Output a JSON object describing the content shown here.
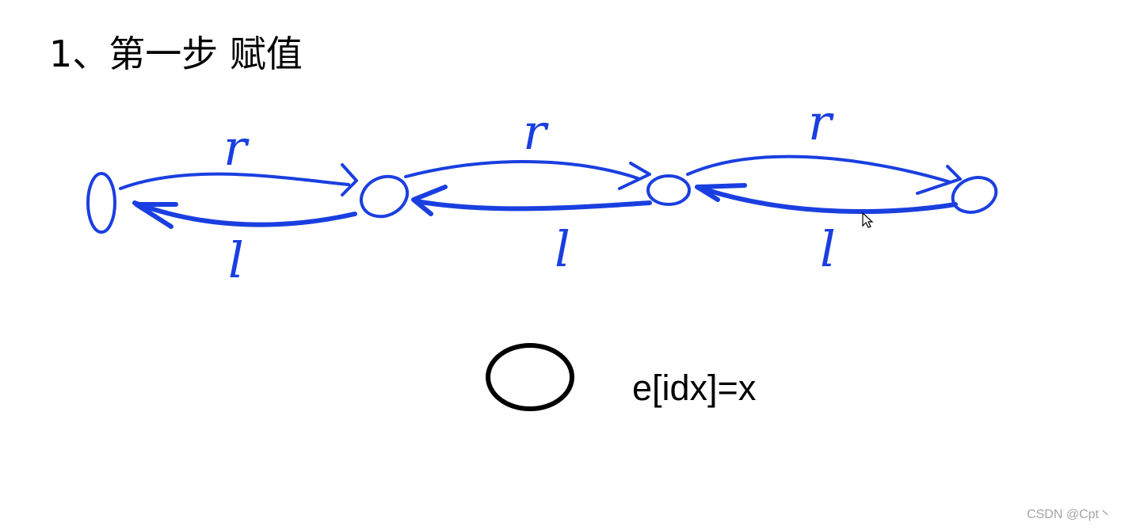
{
  "page": {
    "title": "1、第一步 赋值"
  },
  "diagram": {
    "stroke_color": "#1a3fe0",
    "new_node_color": "#000000",
    "linked_nodes": 4,
    "link_labels": {
      "right": [
        "r",
        "r",
        "r"
      ],
      "left": [
        "l",
        "l",
        "l"
      ]
    },
    "new_node_label": "e[idx]=x"
  },
  "watermark": {
    "text": "CSDN @Cpt丶"
  }
}
